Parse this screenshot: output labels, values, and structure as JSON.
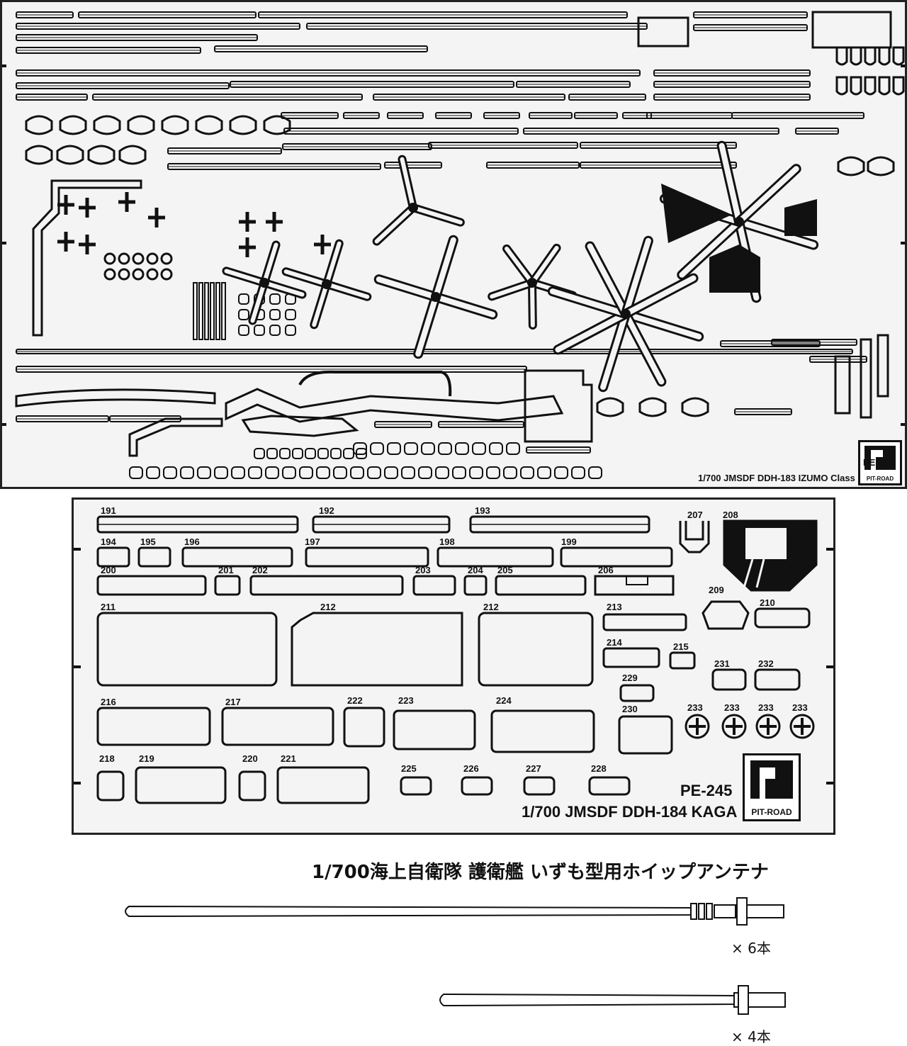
{
  "sheet1": {
    "code": "PE-244",
    "title": "1/700 JMSDF DDH-183 IZUMO Class",
    "logo_text": "PIT-ROAD"
  },
  "sheet2": {
    "code": "PE-245",
    "title": "1/700 JMSDF DDH-184 KAGA",
    "logo_text": "PIT-ROAD",
    "parts": [
      "191",
      "192",
      "193",
      "194",
      "195",
      "196",
      "197",
      "198",
      "199",
      "200",
      "201",
      "202",
      "203",
      "204",
      "205",
      "206",
      "207",
      "208",
      "209",
      "210",
      "211",
      "212",
      "212",
      "213",
      "214",
      "215",
      "216",
      "217",
      "218",
      "219",
      "220",
      "221",
      "222",
      "223",
      "224",
      "225",
      "226",
      "227",
      "228",
      "229",
      "230",
      "231",
      "232",
      "233",
      "233",
      "233",
      "233"
    ]
  },
  "antenna": {
    "title": "1/700海上自衛隊 護衛艦 いずも型用ホイップアンテナ",
    "long_qty": "× 6本",
    "short_qty": "× 4本"
  }
}
